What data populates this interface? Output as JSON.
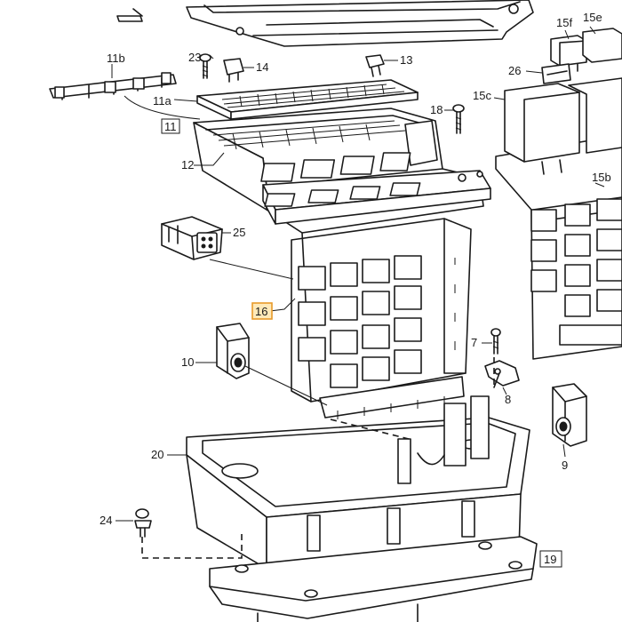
{
  "labels": {
    "p11b": "11b",
    "p23": "23",
    "p14": "14",
    "p13": "13",
    "p15f": "15f",
    "p15e": "15e",
    "p26": "26",
    "p11a": "11a",
    "p11": "11",
    "p18": "18",
    "p15c": "15c",
    "p12": "12",
    "p15b": "15b",
    "p25": "25",
    "p16": "16",
    "p7": "7",
    "p10": "10",
    "p8": "8",
    "p20": "20",
    "p9": "9",
    "p24": "24",
    "p19": "19"
  },
  "colors": {
    "highlight_border": "#e89a2a",
    "highlight_fill": "#ffe9b8",
    "line": "#1a1a1a"
  }
}
